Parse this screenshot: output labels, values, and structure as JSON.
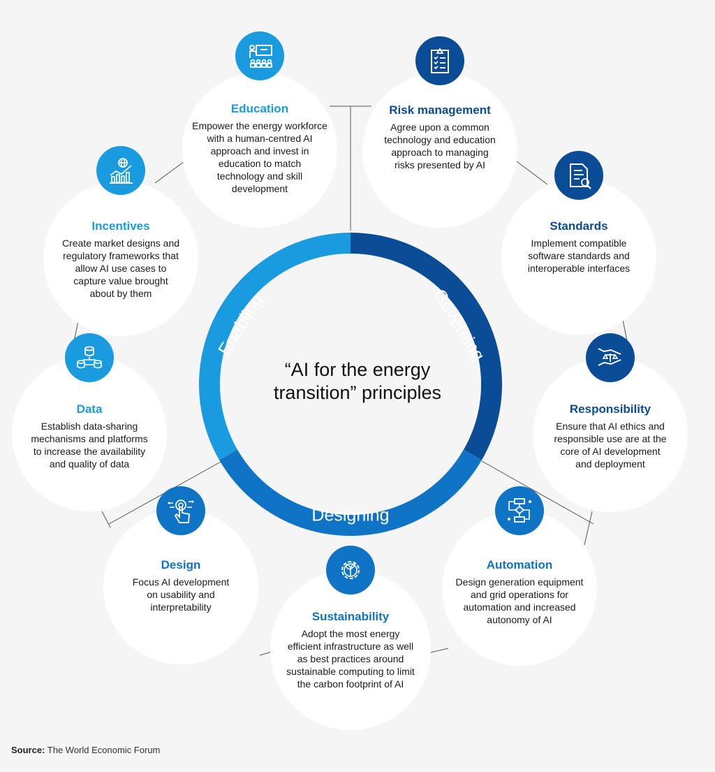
{
  "center": {
    "title_line1": "“AI for the energy",
    "title_line2": "transition” principles"
  },
  "ring": {
    "segments": [
      {
        "label": "Enabling",
        "color": "#1a9be0"
      },
      {
        "label": "Governing",
        "color": "#0a4c96"
      },
      {
        "label": "Designing",
        "color": "#0f74c6"
      }
    ]
  },
  "principles": [
    {
      "id": "education",
      "title": "Education",
      "title_color": "#1a9be0",
      "icon": "teacher-board-icon",
      "icon_bg": "#1a9be0",
      "lines": [
        "Empower the energy workforce",
        "with a human-centred AI",
        "approach and invest in",
        "education to match",
        "technology and skill",
        "development"
      ]
    },
    {
      "id": "risk",
      "title": "Risk management",
      "title_color": "#0a4c96",
      "icon": "checklist-warning-icon",
      "icon_bg": "#0a4c96",
      "lines": [
        "Agree upon a common",
        "technology and education",
        "approach to managing",
        "risks presented by AI"
      ]
    },
    {
      "id": "incentives",
      "title": "Incentives",
      "title_color": "#1a9be0",
      "icon": "globe-chart-icon",
      "icon_bg": "#1a9be0",
      "lines": [
        "Create market designs and",
        "regulatory frameworks that",
        "allow AI use cases to",
        "capture value brought",
        "about by them"
      ]
    },
    {
      "id": "standards",
      "title": "Standards",
      "title_color": "#0a4c96",
      "icon": "document-check-icon",
      "icon_bg": "#0a4c96",
      "lines": [
        "Implement compatible",
        "software standards and",
        "interoperable interfaces"
      ]
    },
    {
      "id": "data",
      "title": "Data",
      "title_color": "#1a9be0",
      "icon": "database-network-icon",
      "icon_bg": "#1a9be0",
      "lines": [
        "Establish data-sharing",
        "mechanisms and platforms",
        "to increase the availability",
        "and quality of data"
      ]
    },
    {
      "id": "responsibility",
      "title": "Responsibility",
      "title_color": "#0a4c96",
      "icon": "hand-scales-icon",
      "icon_bg": "#0a4c96",
      "lines": [
        "Ensure that AI ethics and",
        "responsible use are at the",
        "core of AI development",
        "and deployment"
      ]
    },
    {
      "id": "design",
      "title": "Design",
      "title_color": "#0f74c6",
      "icon": "touch-circuit-icon",
      "icon_bg": "#0f74c6",
      "lines": [
        "Focus AI development",
        "on usability and",
        "interpretability"
      ]
    },
    {
      "id": "automation",
      "title": "Automation",
      "title_color": "#0f74c6",
      "icon": "flowchart-icon",
      "icon_bg": "#0f74c6",
      "lines": [
        "Design generation equipment",
        "and grid operations for",
        "automation and increased",
        "autonomy of AI"
      ]
    },
    {
      "id": "sustainability",
      "title": "Sustainability",
      "title_color": "#0f74c6",
      "icon": "gear-leaf-icon",
      "icon_bg": "#0f74c6",
      "lines": [
        "Adopt the most energy",
        "efficient infrastructure as well",
        "as best practices around",
        "sustainable computing to limit",
        "the carbon footprint of AI"
      ]
    }
  ],
  "source": {
    "label": "Source:",
    "text": " The World Economic Forum"
  }
}
